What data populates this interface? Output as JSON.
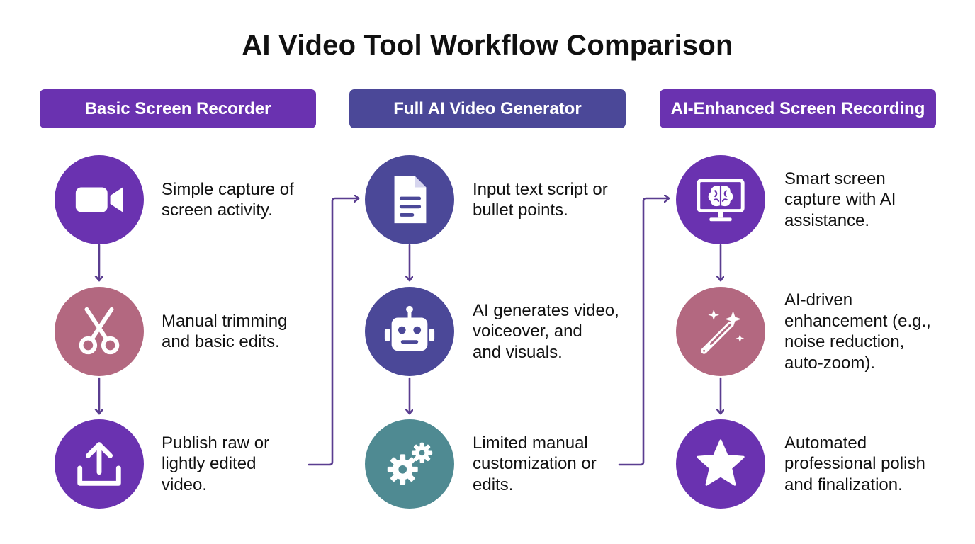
{
  "title": "AI Video Tool Workflow Comparison",
  "colors": {
    "purple": "#6a32b0",
    "indigo": "#4b4898",
    "rose": "#b36880",
    "teal": "#4f8a92",
    "connector": "#5a3d90"
  },
  "columns": [
    {
      "header": "Basic Screen Recorder",
      "header_color": "#6a32b0",
      "steps": [
        {
          "icon": "video-camera-icon",
          "color": "#6a32b0",
          "lines": [
            "Simple capture of",
            "screen activity."
          ]
        },
        {
          "icon": "scissors-icon",
          "color": "#b36880",
          "lines": [
            "Manual trimming",
            "and basic edits."
          ]
        },
        {
          "icon": "upload-icon",
          "color": "#6a32b0",
          "lines": [
            "Publish raw or",
            "lightly edited",
            "video."
          ]
        }
      ]
    },
    {
      "header": "Full AI Video Generator",
      "header_color": "#4b4898",
      "steps": [
        {
          "icon": "document-icon",
          "color": "#4b4898",
          "lines": [
            "Input text script or",
            "bullet points."
          ]
        },
        {
          "icon": "robot-icon",
          "color": "#4b4898",
          "lines": [
            "AI generates video,",
            "voiceover, and",
            "and visuals."
          ]
        },
        {
          "icon": "gears-icon",
          "color": "#4f8a92",
          "lines": [
            "Limited manual",
            "customization or",
            "edits."
          ]
        }
      ]
    },
    {
      "header": "AI-Enhanced Screen Recording",
      "header_color": "#6a32b0",
      "steps": [
        {
          "icon": "monitor-brain-icon",
          "color": "#6a32b0",
          "lines": [
            "Smart screen",
            "capture with AI",
            "assistance."
          ]
        },
        {
          "icon": "magic-wand-icon",
          "color": "#b36880",
          "lines": [
            "AI-driven",
            "enhancement (e.g.,",
            "noise reduction,",
            "auto-zoom)."
          ]
        },
        {
          "icon": "star-icon",
          "color": "#6a32b0",
          "lines": [
            "Automated",
            "professional polish",
            "and finalization."
          ]
        }
      ]
    }
  ]
}
